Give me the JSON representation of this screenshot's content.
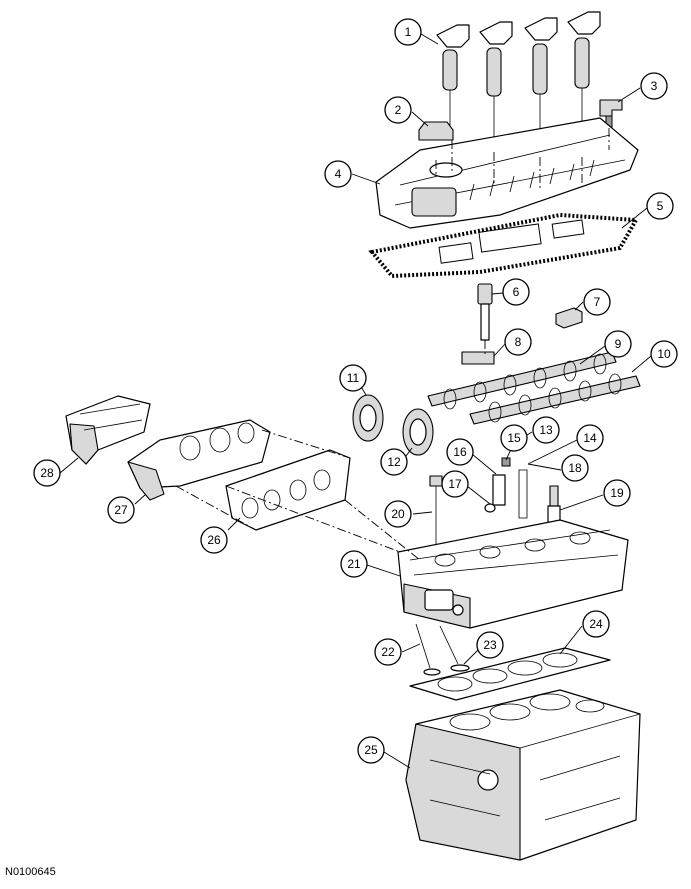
{
  "diagram": {
    "code": "N0100645",
    "callouts": [
      "1",
      "2",
      "3",
      "4",
      "5",
      "6",
      "7",
      "8",
      "9",
      "10",
      "11",
      "12",
      "13",
      "14",
      "15",
      "16",
      "17",
      "18",
      "19",
      "20",
      "21",
      "22",
      "23",
      "24",
      "25",
      "26",
      "27",
      "28"
    ]
  }
}
